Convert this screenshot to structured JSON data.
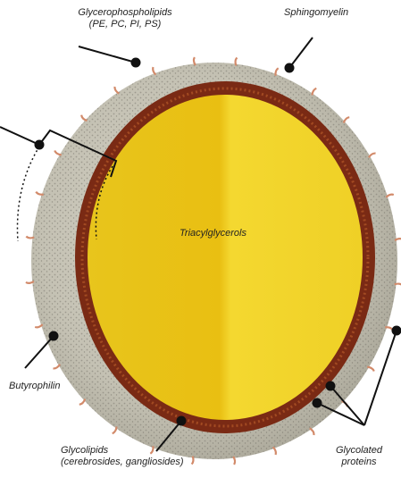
{
  "labels": {
    "glycerophospholipids": {
      "line1": "Glycerophospholipids",
      "line2": "(PE, PC, PI, PS)"
    },
    "sphingomyelin": "Sphingomyelin",
    "triacylglycerols": "Triacylglycerols",
    "butyrophilin": "Butyrophilin",
    "glycolipids": {
      "line1": "Glycolipids",
      "line2": "(cerebrosides, gangliosides)"
    },
    "glycolated_proteins": {
      "line1": "Glycolated",
      "line2": "proteins"
    }
  },
  "colors": {
    "membrane_outer": "#c8c5b8",
    "membrane_dark": "#8f8c82",
    "phospholipid_ring": "#7a2a14",
    "core_light": "#f2d32a",
    "core_dark": "#e2b80f",
    "protein_tuft": "#d28a6a",
    "leader": "#111111"
  }
}
